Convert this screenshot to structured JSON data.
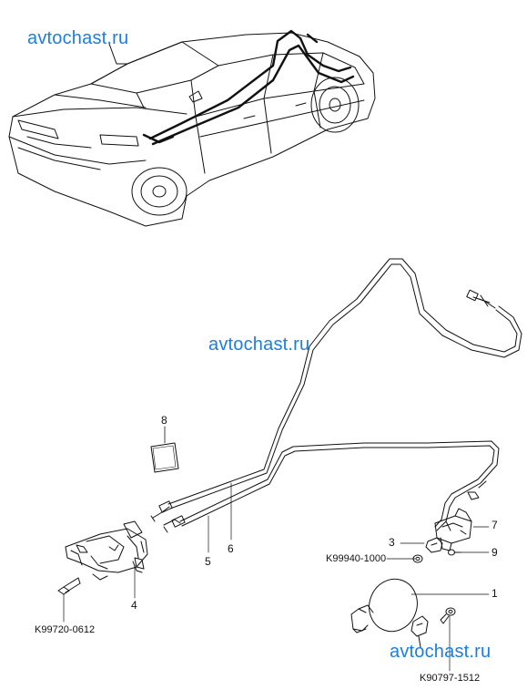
{
  "watermarks": [
    "avtochast.ru",
    "avtochast.ru",
    "avtochast.ru"
  ],
  "callouts": [
    "1",
    "3",
    "4",
    "5",
    "6",
    "7",
    "8",
    "9"
  ],
  "part_codes": [
    "K99940-1000",
    "K99720-0612",
    "K90797-1512"
  ],
  "colors": {
    "watermark": "#1a7fe0",
    "line": "#111111"
  }
}
